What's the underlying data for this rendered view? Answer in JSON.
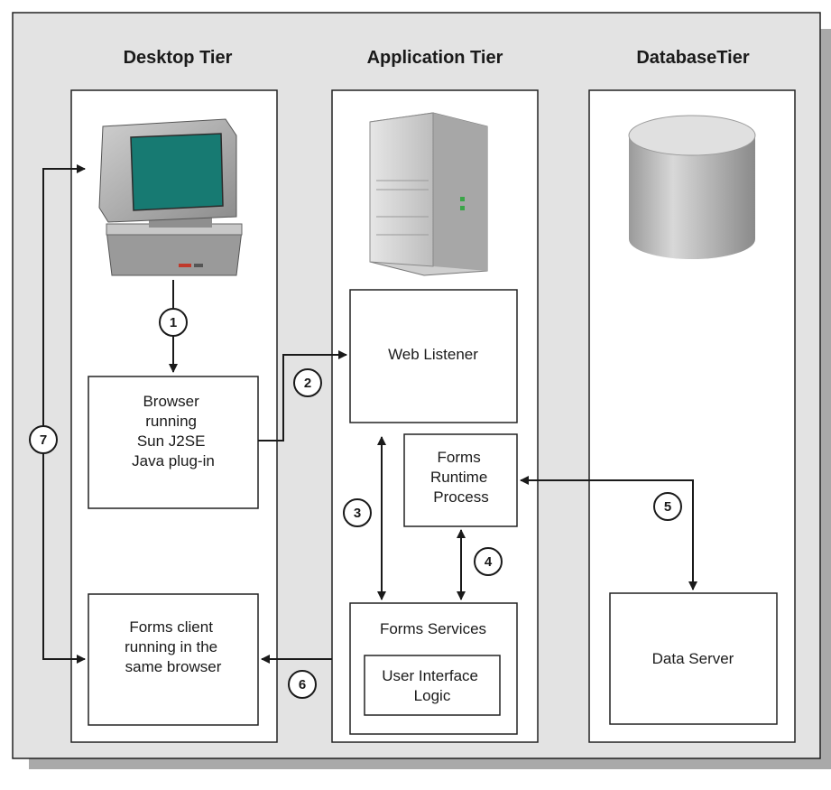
{
  "tiers": {
    "desktop": "Desktop Tier",
    "application": "Application Tier",
    "database": "DatabaseTier"
  },
  "boxes": {
    "browser": [
      "Browser",
      "running",
      "Sun J2SE",
      "Java plug-in"
    ],
    "forms_client": [
      "Forms  client",
      "running in the",
      "same browser"
    ],
    "web_listener": [
      "Web Listener"
    ],
    "forms_runtime": [
      "Forms",
      "Runtime",
      "Process"
    ],
    "forms_services": [
      "Forms Services"
    ],
    "ui_logic": [
      "User Interface",
      "Logic"
    ],
    "data_server": [
      "Data Server"
    ]
  },
  "steps": [
    "1",
    "2",
    "3",
    "4",
    "5",
    "6",
    "7"
  ]
}
